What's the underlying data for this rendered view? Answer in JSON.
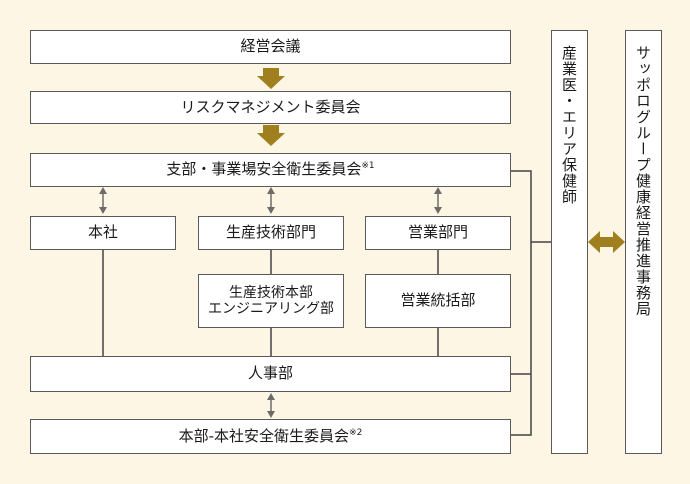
{
  "boxes": {
    "keiei_kaigi": "経営会議",
    "risk_committee": "リスクマネジメント委員会",
    "branch_committee": "支部・事業場安全衛生委員会",
    "branch_committee_note": "※1",
    "honsha": "本社",
    "production_dept": "生産技術部門",
    "sales_dept": "営業部門",
    "production_hq_line1": "生産技術本部",
    "production_hq_line2": "エンジニアリング部",
    "sales_general": "営業統括部",
    "hr_dept": "人事部",
    "hq_committee": "本部-本社安全衛生委員会",
    "hq_committee_note": "※2",
    "occupational_staff": "産業医・エリア保健師",
    "health_office": "サッポログループ健康経営推進事務局"
  },
  "colors": {
    "arrow_gold": "#a07f1f",
    "background": "#fdf6e4",
    "line": "#444444"
  }
}
